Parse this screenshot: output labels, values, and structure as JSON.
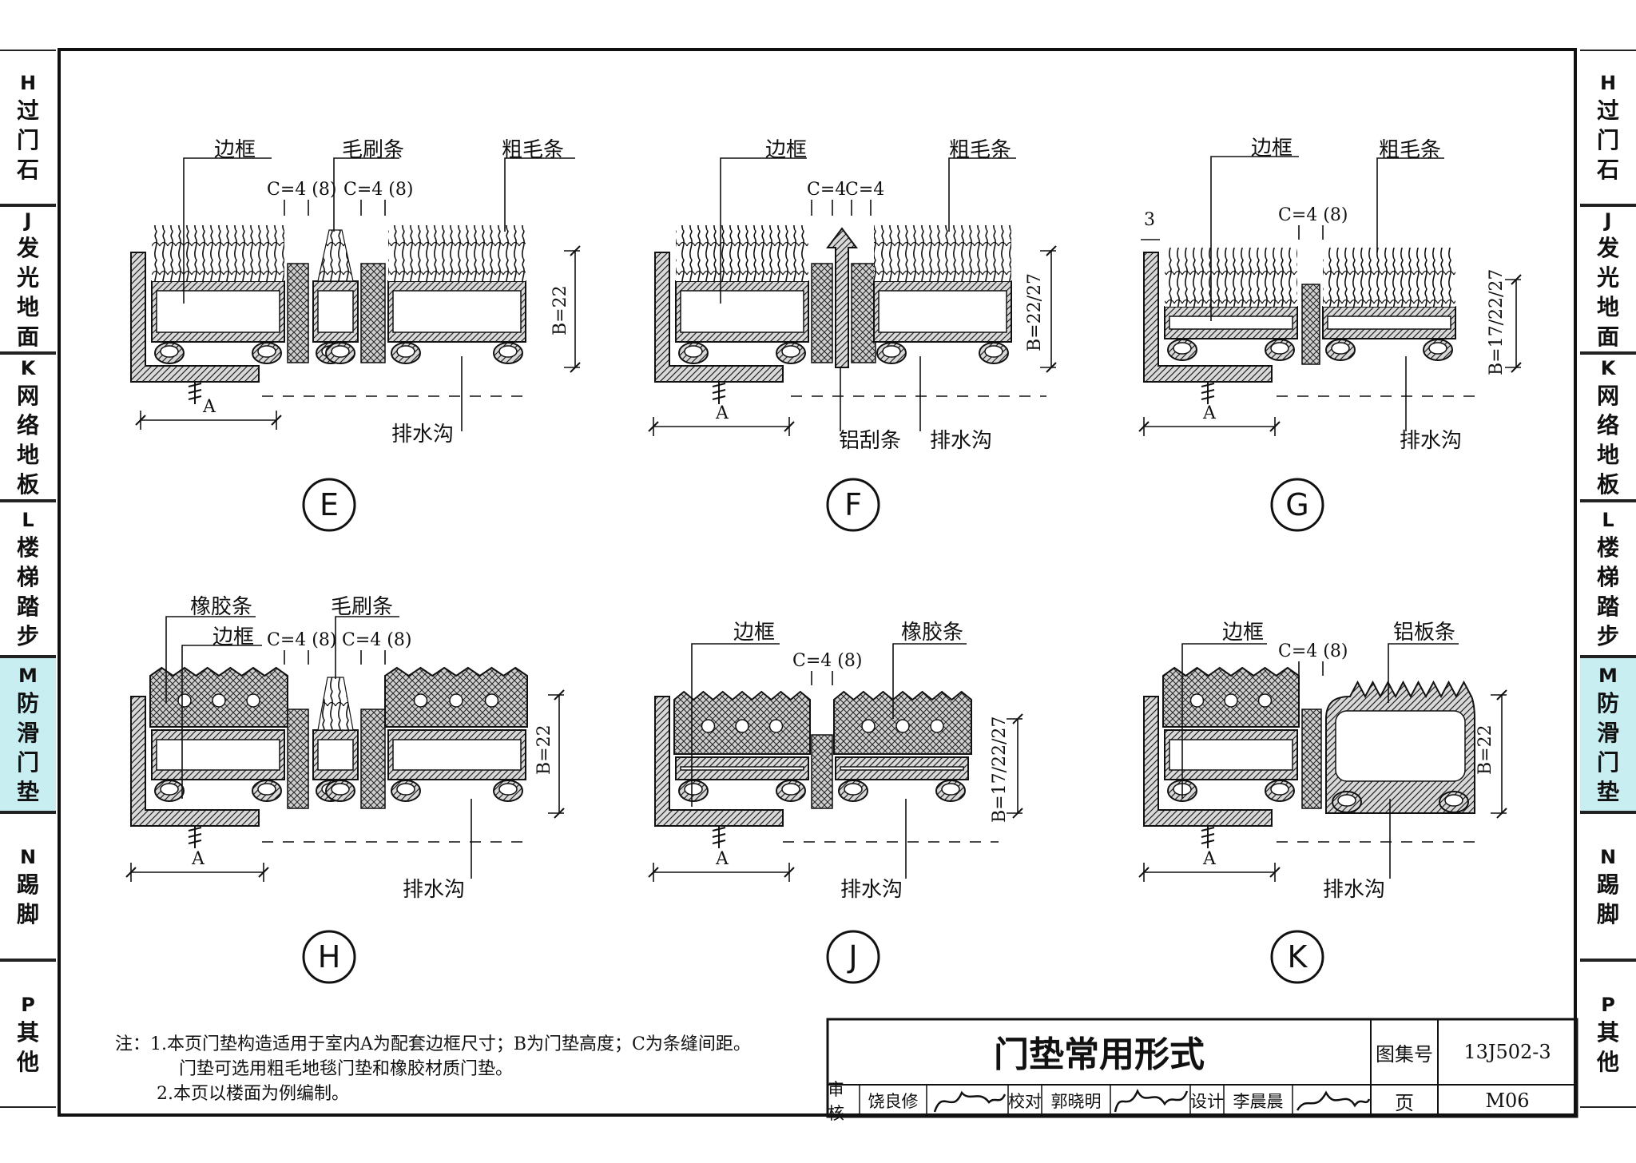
{
  "side_tabs": [
    {
      "letter": "H",
      "text": "过门石",
      "active": false
    },
    {
      "letter": "J",
      "text": "发光地面",
      "active": false
    },
    {
      "letter": "K",
      "text": "网络地板",
      "active": false
    },
    {
      "letter": "L",
      "text": "楼梯踏步",
      "active": false
    },
    {
      "letter": "M",
      "text": "防滑门垫",
      "active": true
    },
    {
      "letter": "N",
      "text": "踢脚",
      "active": false
    },
    {
      "letter": "P",
      "text": "其他",
      "active": false
    }
  ],
  "details": {
    "E": {
      "id": "E",
      "labels": {
        "frame": "边框",
        "brush": "毛刷条",
        "coarse": "粗毛条",
        "drain": "排水沟"
      },
      "dims": {
        "gap1": "C=4 (8)",
        "gap2": "C=4 (8)",
        "height": "B=22",
        "width": "A"
      }
    },
    "F": {
      "id": "F",
      "labels": {
        "frame": "边框",
        "coarse": "粗毛条",
        "scraper": "铝刮条",
        "drain": "排水沟"
      },
      "dims": {
        "gap1": "C=4",
        "gap2": "C=4",
        "height": "B=22/27",
        "width": "A"
      }
    },
    "G": {
      "id": "G",
      "labels": {
        "frame": "边框",
        "coarse": "粗毛条",
        "drain": "排水沟"
      },
      "dims": {
        "gap": "C=4 (8)",
        "edge": "3",
        "height": "B=17/22/27",
        "width": "A"
      }
    },
    "H": {
      "id": "H",
      "labels": {
        "rubber": "橡胶条",
        "frame": "边框",
        "brush": "毛刷条",
        "drain": "排水沟"
      },
      "dims": {
        "gap1": "C=4 (8)",
        "gap2": "C=4 (8)",
        "height": "B=22",
        "width": "A"
      }
    },
    "J": {
      "id": "J",
      "labels": {
        "frame": "边框",
        "rubber": "橡胶条",
        "drain": "排水沟"
      },
      "dims": {
        "gap": "C=4 (8)",
        "height": "B=17/22/27",
        "width": "A"
      }
    },
    "K": {
      "id": "K",
      "labels": {
        "frame": "边框",
        "alu": "铝板条",
        "drain": "排水沟"
      },
      "dims": {
        "gap": "C=4 (8)",
        "height": "B=22",
        "width": "A"
      }
    }
  },
  "notes": {
    "line1": "注：1.本页门垫构造适用于室内A为配套边框尺寸；B为门垫高度；C为条缝间距。",
    "line2": "门垫可选用粗毛地毯门垫和橡胶材质门垫。",
    "line3": "2.本页以楼面为例编制。"
  },
  "title_block": {
    "title": "门垫常用形式",
    "atlas_label": "图集号",
    "atlas_no": "13J502-3",
    "page_label": "页",
    "page_no": "M06",
    "review_label": "审核",
    "reviewer": "饶良修",
    "check_label": "校对",
    "checker": "郭晓明",
    "design_label": "设计",
    "designer": "李晨晨"
  }
}
